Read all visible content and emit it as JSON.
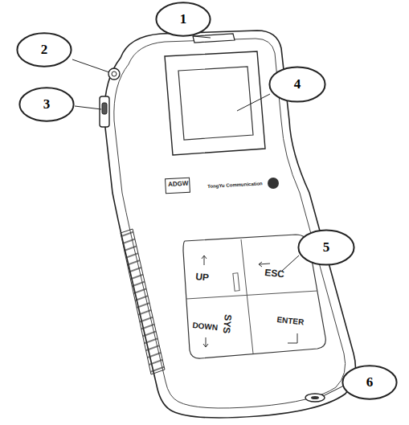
{
  "diagram": {
    "nodes": [
      {
        "text": [
          "1"
        ]
      },
      {
        "text": [
          "2"
        ]
      },
      {
        "text": [
          "3"
        ]
      },
      {
        "text": [
          "4"
        ]
      },
      {
        "text": [
          "5"
        ]
      },
      {
        "text": [
          "6"
        ]
      }
    ],
    "labels": [
      "ADGW",
      "TongYu Communication",
      "UP",
      "SYS",
      "ESC",
      "DOWN",
      "ENTER"
    ]
  }
}
